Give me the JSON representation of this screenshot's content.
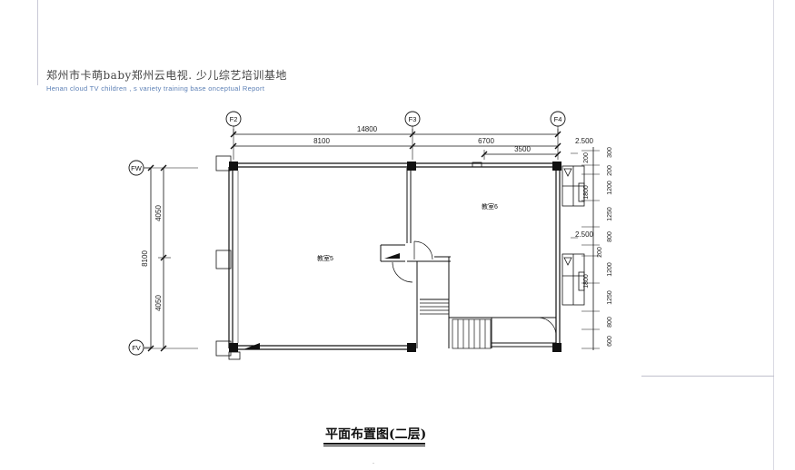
{
  "header": {
    "title": "郑州市卡萌baby郑州云电视. 少儿综艺培训基地",
    "subtitle": "Henan cloud TV children , s variety training base onceptual Report"
  },
  "plan": {
    "axes": {
      "f2": "F2",
      "f3": "F3",
      "f4": "F4",
      "fw": "FW",
      "fv": "FV"
    },
    "dims": {
      "total_width": "14800",
      "left_span": "8100",
      "right_span": "6700",
      "sub_span": "3500",
      "balcony_upper": "2.500",
      "balcony_lower": "2.500",
      "total_height": "8100",
      "upper_half": "4050",
      "lower_half": "4050",
      "r300": "300",
      "r200a": "200",
      "r200b": "200",
      "r1200a": "1200",
      "r1800a": "1800",
      "r1250a": "1250",
      "r800a": "800",
      "r200c": "200",
      "r1200b": "1200",
      "r1800b": "1800",
      "r1250b": "1250",
      "r800b": "800",
      "r600": "600"
    },
    "rooms": {
      "room5": "教室5",
      "room6": "教室6"
    }
  },
  "caption": "平面布置图(二层)",
  "colors": {
    "line": "#111111",
    "dim": "#333333",
    "accent": "#5b7fb5"
  }
}
